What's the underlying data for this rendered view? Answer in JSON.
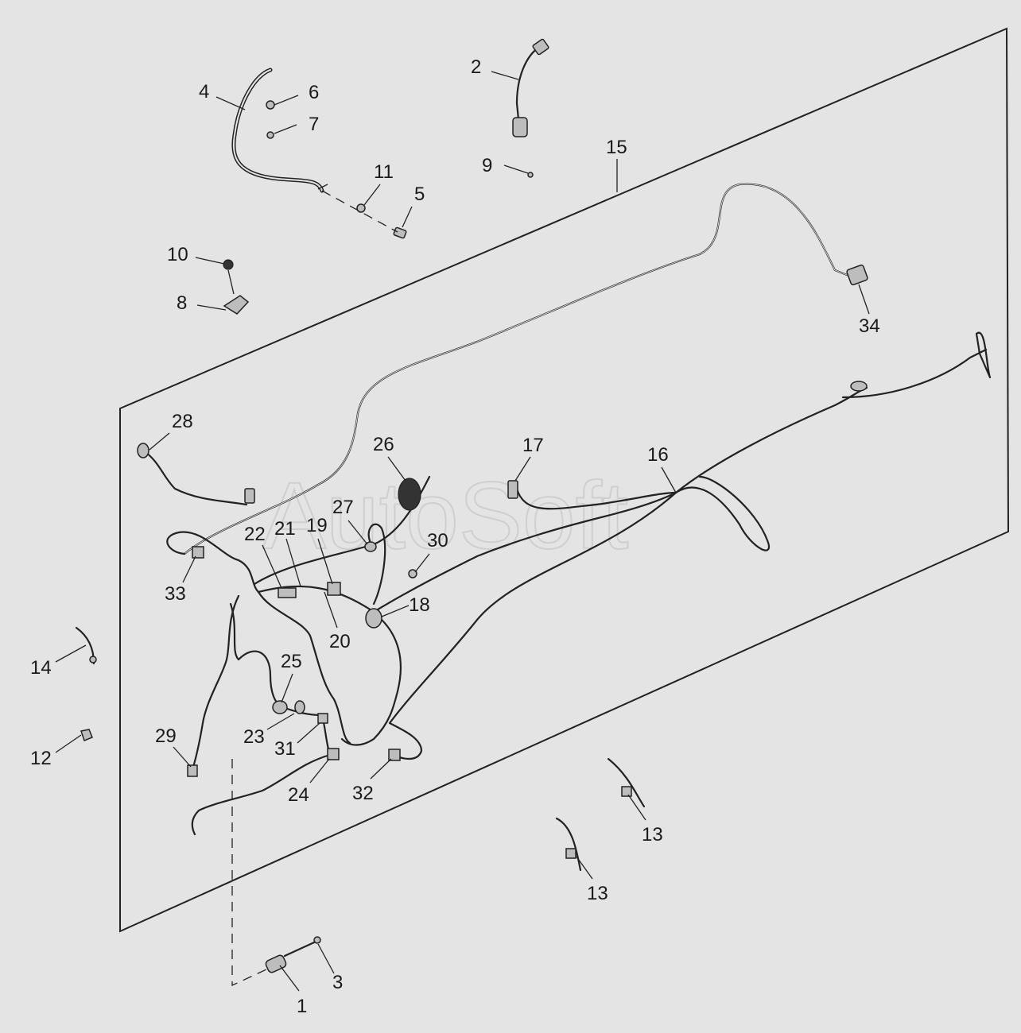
{
  "watermark": "AutoSoft",
  "colors": {
    "background": "#e4e4e4",
    "line": "#222222"
  },
  "callouts": [
    {
      "id": "c1",
      "label": "1"
    },
    {
      "id": "c2",
      "label": "2"
    },
    {
      "id": "c3",
      "label": "3"
    },
    {
      "id": "c4",
      "label": "4"
    },
    {
      "id": "c5",
      "label": "5"
    },
    {
      "id": "c6",
      "label": "6"
    },
    {
      "id": "c7",
      "label": "7"
    },
    {
      "id": "c8",
      "label": "8"
    },
    {
      "id": "c9",
      "label": "9"
    },
    {
      "id": "c10",
      "label": "10"
    },
    {
      "id": "c11",
      "label": "11"
    },
    {
      "id": "c12",
      "label": "12"
    },
    {
      "id": "c13a",
      "label": "13"
    },
    {
      "id": "c13b",
      "label": "13"
    },
    {
      "id": "c14",
      "label": "14"
    },
    {
      "id": "c15",
      "label": "15"
    },
    {
      "id": "c16",
      "label": "16"
    },
    {
      "id": "c17",
      "label": "17"
    },
    {
      "id": "c18",
      "label": "18"
    },
    {
      "id": "c19",
      "label": "19"
    },
    {
      "id": "c20",
      "label": "20"
    },
    {
      "id": "c21",
      "label": "21"
    },
    {
      "id": "c22",
      "label": "22"
    },
    {
      "id": "c23",
      "label": "23"
    },
    {
      "id": "c24",
      "label": "24"
    },
    {
      "id": "c25",
      "label": "25"
    },
    {
      "id": "c26",
      "label": "26"
    },
    {
      "id": "c27",
      "label": "27"
    },
    {
      "id": "c28",
      "label": "28"
    },
    {
      "id": "c29",
      "label": "29"
    },
    {
      "id": "c30",
      "label": "30"
    },
    {
      "id": "c31",
      "label": "31"
    },
    {
      "id": "c32",
      "label": "32"
    },
    {
      "id": "c33",
      "label": "33"
    },
    {
      "id": "c34",
      "label": "34"
    }
  ]
}
